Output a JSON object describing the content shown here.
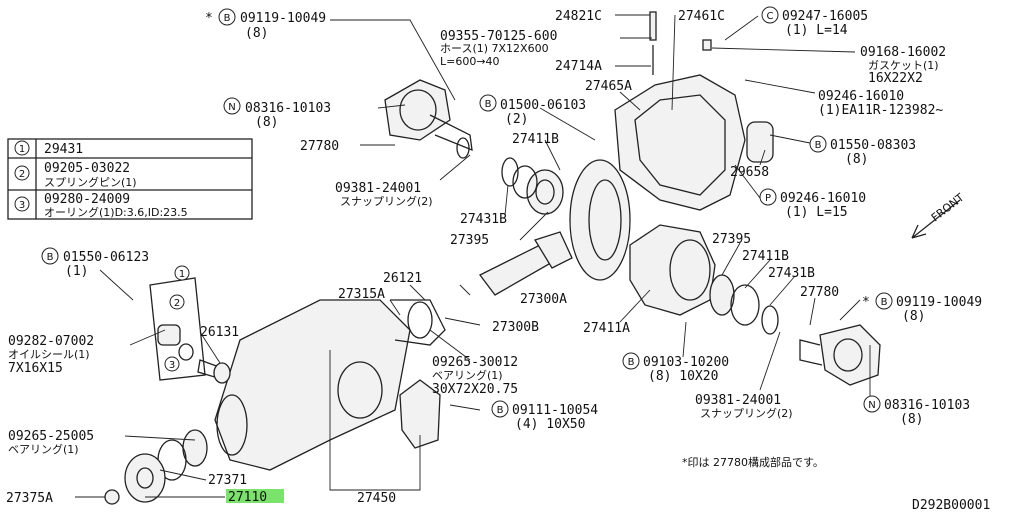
{
  "diagram_id": "D292B00001",
  "highlight_color": "#7be36b",
  "legend": {
    "rows": [
      {
        "num": "1",
        "code": "29431",
        "note": ""
      },
      {
        "num": "2",
        "code": "09205-03022",
        "note": "スプリングピン(1)"
      },
      {
        "num": "3",
        "code": "09280-24009",
        "note": "オーリング(1)D:3.6,ID:23.5"
      }
    ]
  },
  "footnote": "*印は 27780構成部品です。",
  "front_label": "FRONT",
  "labels": {
    "l_09119_top": "09119-10049",
    "l_09119_top_q": "(8)",
    "l_08316_top": "08316-10103",
    "l_08316_top_q": "(8)",
    "l_27780_top": "27780",
    "l_09381_top": "09381-24001",
    "l_09381_top_n": "スナップリング(2)",
    "l_27431b_top": "27431B",
    "l_27395_top": "27395",
    "l_24821c": "24821C",
    "l_09355": "09355-70125-600",
    "l_09355_n1": "ホース(1) 7X12X600",
    "l_09355_n2": "L=600→40",
    "l_24714a": "24714A",
    "l_27465a": "27465A",
    "l_01500": "01500-06103",
    "l_01500_q": "(2)",
    "l_27411b_top": "27411B",
    "l_27461c": "27461C",
    "l_09247": "09247-16005",
    "l_09247_q": "(1) L=14",
    "l_09168": "09168-16002",
    "l_09168_n1": "ガスケット(1)",
    "l_09168_n2": "16X22X2",
    "l_09246_a": "09246-16010",
    "l_09246_a_n": "(1)EA11R-123982~",
    "l_01550_r": "01550-08303",
    "l_01550_r_q": "(8)",
    "l_29658": "29658",
    "l_09246_b": "09246-16010",
    "l_09246_b_q": "(1) L=15",
    "l_01550_l": "01550-06123",
    "l_01550_l_q": "(1)",
    "l_09282": "09282-07002",
    "l_09282_n1": "オイルシール(1)",
    "l_09282_n2": "7X16X15",
    "l_26131": "26131",
    "l_26121": "26121",
    "l_27315a": "27315A",
    "l_27300a": "27300A",
    "l_27300b": "27300B",
    "l_09265_30012": "09265-30012",
    "l_09265_30012_n1": "ベアリング(1)",
    "l_09265_30012_n2": "30X72X20.75",
    "l_27411a": "27411A",
    "l_27395_r": "27395",
    "l_27411b_r": "27411B",
    "l_27431b_r": "27431B",
    "l_27780_r": "27780",
    "l_09119_r": "09119-10049",
    "l_09119_r_q": "(8)",
    "l_09103": "09103-10200",
    "l_09103_q": "(8) 10X20",
    "l_09381_r": "09381-24001",
    "l_09381_r_n": "スナップリング(2)",
    "l_08316_r": "08316-10103",
    "l_08316_r_q": "(8)",
    "l_09111": "09111-10054",
    "l_09111_q": "(4) 10X50",
    "l_09265_25005": "09265-25005",
    "l_09265_25005_n": "ベアリング(1)",
    "l_27371": "27371",
    "l_27375a": "27375A",
    "l_27110": "27110",
    "l_27450": "27450"
  }
}
